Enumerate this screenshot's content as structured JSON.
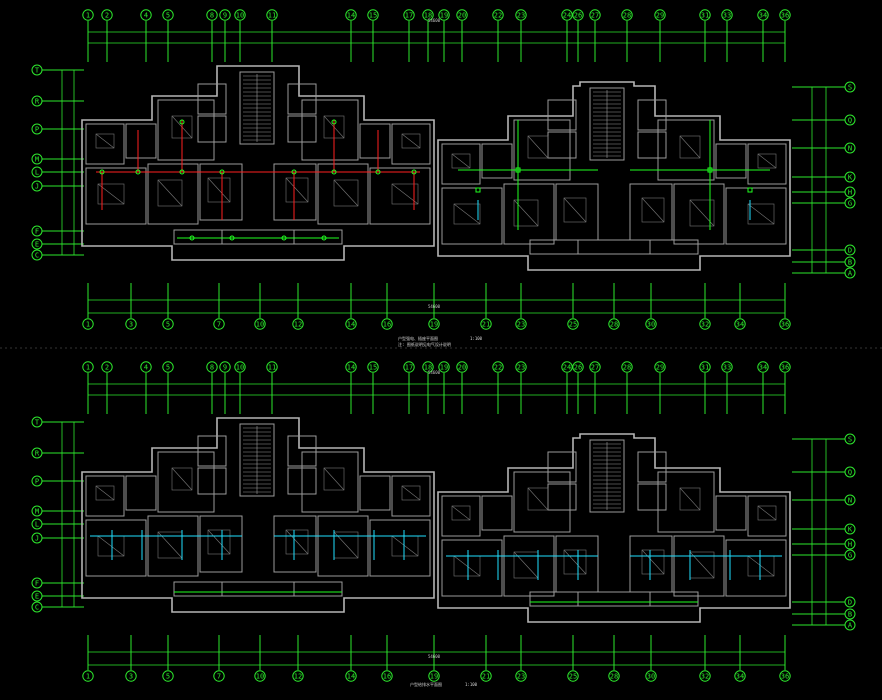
{
  "drawing": {
    "background": "#000000",
    "axis_color": "#2de82d",
    "wall_color": "#9a9a9a",
    "power_line_color": "#ff2020",
    "device_color": "#20ff20",
    "pipe_color": "#20e0ff"
  },
  "top_axes": [
    "1",
    "2",
    "4",
    "5",
    "8",
    "9",
    "10",
    "11",
    "14",
    "15",
    "17",
    "18",
    "19",
    "20",
    "22",
    "23",
    "24",
    "26",
    "27",
    "28",
    "29",
    "31",
    "33",
    "34",
    "36"
  ],
  "bottom_axes": [
    "1",
    "3",
    "5",
    "7",
    "10",
    "12",
    "14",
    "16",
    "19",
    "21",
    "23",
    "25",
    "28",
    "30",
    "32",
    "34",
    "36"
  ],
  "left_axes": [
    "T",
    "R",
    "P",
    "M",
    "L",
    "J",
    "F",
    "E",
    "C"
  ],
  "right_axes": [
    "S",
    "Q",
    "N",
    "K",
    "H",
    "G",
    "D",
    "B",
    "A"
  ],
  "plans": [
    {
      "title": "户型强电、插座平面图",
      "subtitle": "注: 图纸说明见电气设计说明",
      "scale": "1:100",
      "overall_dim": "54600",
      "variant": "power"
    },
    {
      "title": "户型给排水平面图",
      "subtitle": "",
      "scale": "1:100",
      "overall_dim": "54600",
      "variant": "plumbing"
    }
  ]
}
